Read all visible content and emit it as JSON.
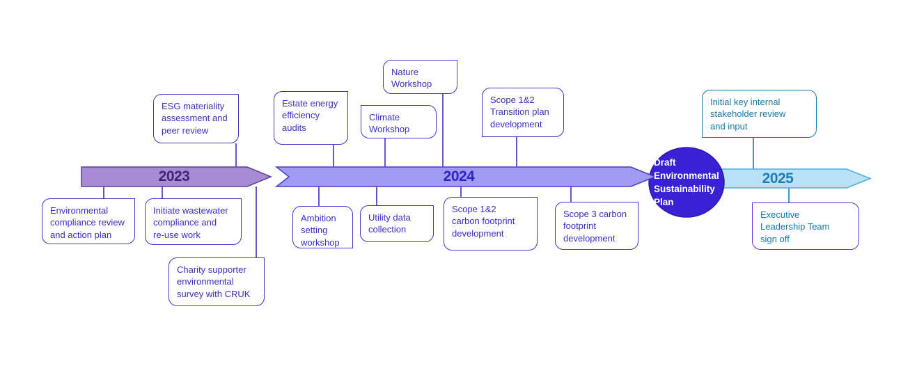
{
  "timeline": {
    "years": [
      {
        "label": "2023",
        "text_color": "#3e2473",
        "fill": "#a78bd4",
        "stroke": "#5b3d9e"
      },
      {
        "label": "2024",
        "text_color": "#2c22c9",
        "fill": "#a29af3",
        "stroke": "#453ccd"
      },
      {
        "label": "2025",
        "text_color": "#1b7fb0",
        "fill": "#b9e1f8",
        "stroke": "#4aace0"
      }
    ],
    "milestone": {
      "label": "Draft\nEnvironmental\nSustainability\nPlan",
      "fill": "#3a22d4",
      "text_color": "#ffffff"
    },
    "events": [
      {
        "label": "ESG materiality\nassessment and\npeer review",
        "year": "2023",
        "placement": "above"
      },
      {
        "label": "Environmental\ncompliance review\nand action plan",
        "year": "2023",
        "placement": "below"
      },
      {
        "label": "Initiate wastewater\ncompliance and\nre-use work",
        "year": "2023",
        "placement": "below"
      },
      {
        "label": "Charity supporter\nenvironmental\nsurvey with CRUK",
        "year": "2023",
        "placement": "below"
      },
      {
        "label": "Estate energy\nefficiency\naudits",
        "year": "2024",
        "placement": "above"
      },
      {
        "label": "Climate\nWorkshop",
        "year": "2024",
        "placement": "above"
      },
      {
        "label": "Nature\nWorkshop",
        "year": "2024",
        "placement": "above"
      },
      {
        "label": "Ambition\nsetting\nworkshop",
        "year": "2024",
        "placement": "below"
      },
      {
        "label": "Utility data\ncollection",
        "year": "2024",
        "placement": "below"
      },
      {
        "label": "Scope 1&2\ncarbon footprint\ndevelopment",
        "year": "2024",
        "placement": "below"
      },
      {
        "label": "Scope 1&2\nTransition plan\ndevelopment",
        "year": "2024",
        "placement": "above"
      },
      {
        "label": "Scope 3 carbon\nfootprint\ndevelopment",
        "year": "2024",
        "placement": "below"
      },
      {
        "label": "Initial key internal\nstakeholder review\nand input",
        "year": "2025",
        "placement": "above"
      },
      {
        "label": "Executive\nLeadership Team\nsign off",
        "year": "2025",
        "placement": "below"
      }
    ],
    "colors": {
      "event_box_border": "#4134c6",
      "event_box_text": "#3b2fc2",
      "teal_box_border": "#1879a9",
      "teal_text": "#1879a9",
      "executive_box_border": "#5c2fd8",
      "connector_indigo": "#3c2cc2",
      "connector_teal": "#1879a9"
    }
  }
}
